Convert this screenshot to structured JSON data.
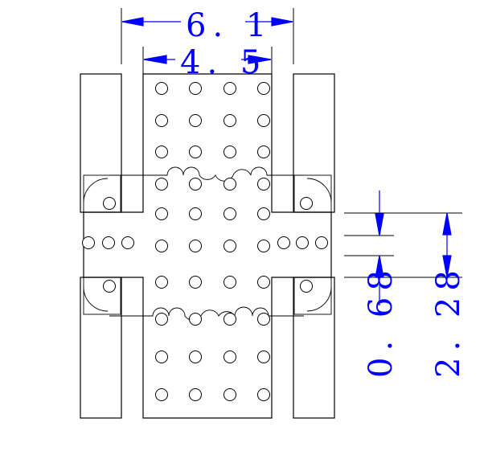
{
  "drawing": {
    "colors": {
      "dimension": "#0000ff",
      "outline": "#000000",
      "ground_hatch": "#cc2222",
      "center_hatch": "#2222aa",
      "background": "#ffffff"
    },
    "dimensions": {
      "outer_width": "6. 1",
      "inner_width": "4. 5",
      "small_gap": "0. 68",
      "large_gap": "2. 28"
    }
  }
}
